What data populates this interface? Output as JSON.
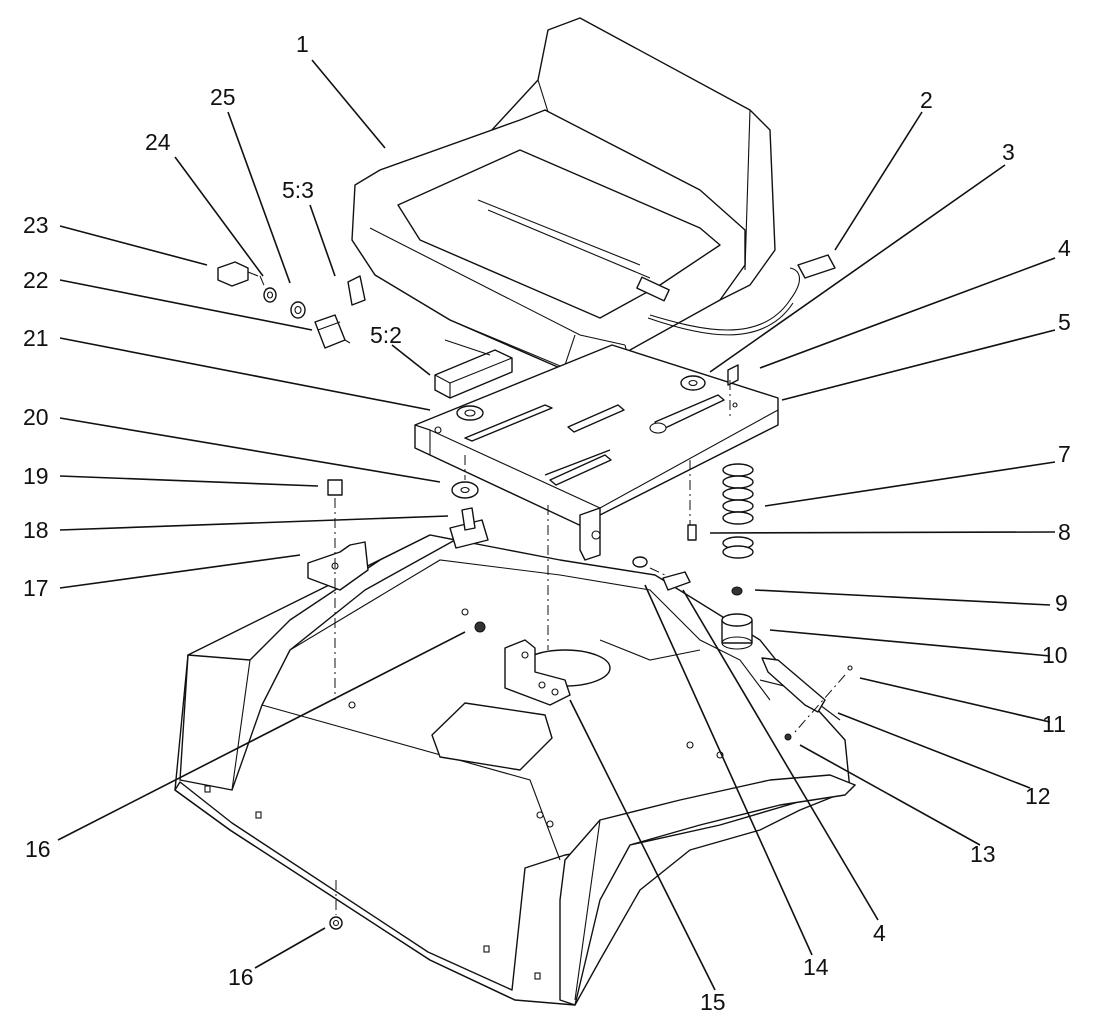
{
  "diagram": {
    "callouts": [
      {
        "id": "c1",
        "text": "1"
      },
      {
        "id": "c2",
        "text": "2"
      },
      {
        "id": "c3",
        "text": "3"
      },
      {
        "id": "c4a",
        "text": "4"
      },
      {
        "id": "c5",
        "text": "5"
      },
      {
        "id": "c7",
        "text": "7"
      },
      {
        "id": "c8",
        "text": "8"
      },
      {
        "id": "c9",
        "text": "9"
      },
      {
        "id": "c10",
        "text": "10"
      },
      {
        "id": "c11",
        "text": "11"
      },
      {
        "id": "c12",
        "text": "12"
      },
      {
        "id": "c13",
        "text": "13"
      },
      {
        "id": "c4b",
        "text": "4"
      },
      {
        "id": "c14",
        "text": "14"
      },
      {
        "id": "c15",
        "text": "15"
      },
      {
        "id": "c16a",
        "text": "16"
      },
      {
        "id": "c16b",
        "text": "16"
      },
      {
        "id": "c17",
        "text": "17"
      },
      {
        "id": "c18",
        "text": "18"
      },
      {
        "id": "c19",
        "text": "19"
      },
      {
        "id": "c20",
        "text": "20"
      },
      {
        "id": "c21",
        "text": "21"
      },
      {
        "id": "c22",
        "text": "22"
      },
      {
        "id": "c23",
        "text": "23"
      },
      {
        "id": "c24",
        "text": "24"
      },
      {
        "id": "c25",
        "text": "25"
      },
      {
        "id": "c53",
        "text": "5:3"
      },
      {
        "id": "c52",
        "text": "5:2"
      }
    ]
  }
}
